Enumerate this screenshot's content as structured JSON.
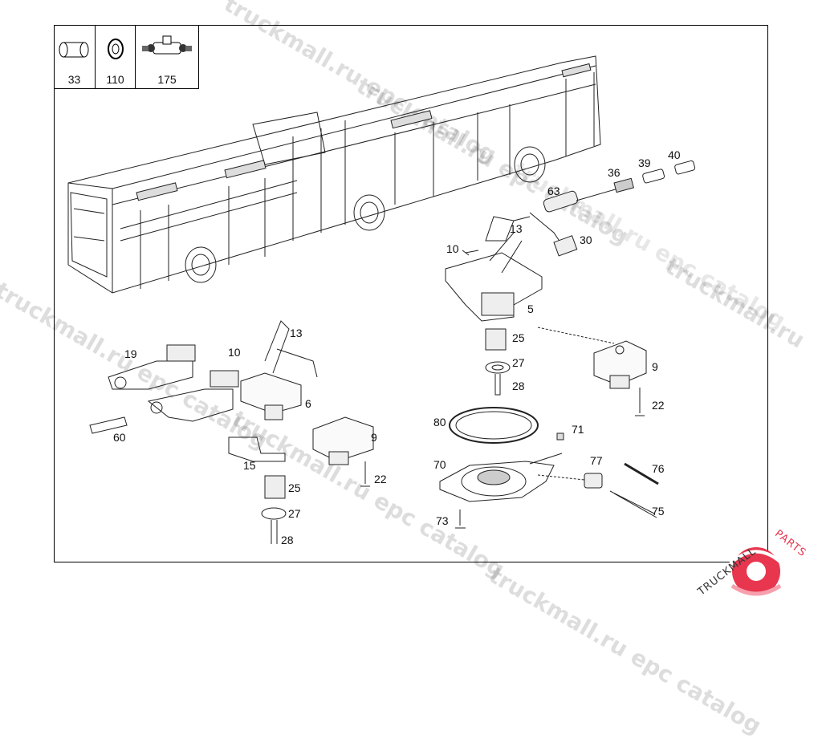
{
  "legend": {
    "cells": [
      {
        "number": "33",
        "icon": "hose-icon"
      },
      {
        "number": "110",
        "icon": "ring-icon"
      },
      {
        "number": "175",
        "icon": "tee-connector-icon"
      }
    ]
  },
  "watermarks": [
    "truckmall.ru epc catalog",
    "truckmall.ru epc catalog",
    "truckmall.ru",
    "truckmall.ru epc catalog",
    "truckmall.ru epc catalog",
    "truckmall.ru epc catalog",
    "truckmall.ru epc catalog"
  ],
  "part_labels": [
    "13",
    "10",
    "63",
    "36",
    "39",
    "40",
    "30",
    "5",
    "25",
    "27",
    "28",
    "9",
    "22",
    "19",
    "13",
    "10",
    "6",
    "60",
    "15",
    "9",
    "22",
    "25",
    "27",
    "28",
    "80",
    "71",
    "70",
    "77",
    "76",
    "75",
    "73"
  ],
  "logo": {
    "text_dark": "TRUCKMALL",
    "text_accent": "PARTS",
    "colors": {
      "accent": "#e8364f"
    }
  }
}
